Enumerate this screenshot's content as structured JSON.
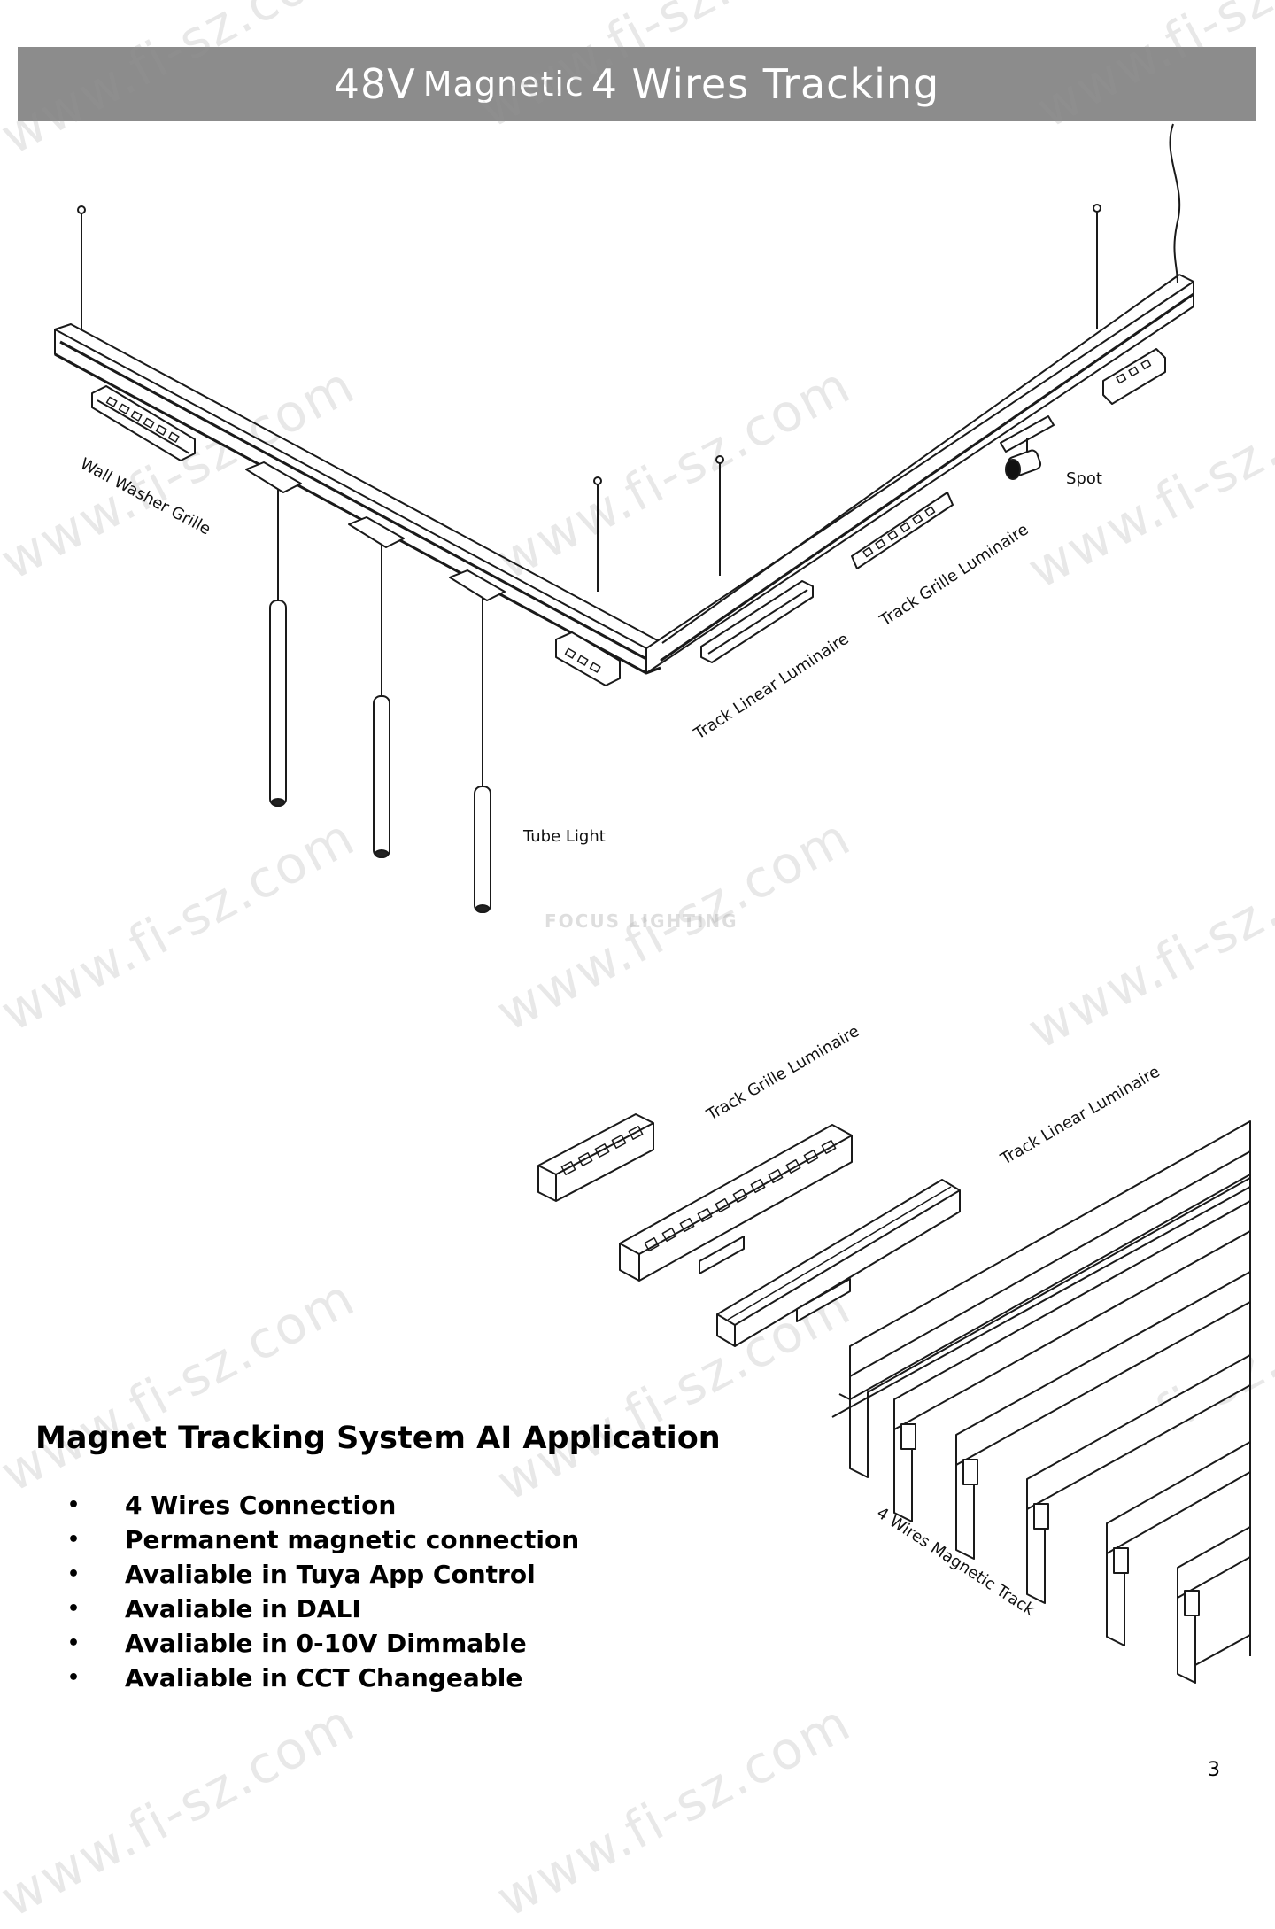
{
  "header": {
    "title_part1": "48V",
    "title_part2": "Magnetic",
    "title_part3": "4 Wires Tracking",
    "background": "#8c8c8c",
    "text_color": "#ffffff"
  },
  "watermark": {
    "text": "www.fi-sz.com",
    "brand": "FOCUS LIGHTING"
  },
  "labels": {
    "wall_washer_grille": "Wall Washer Grille",
    "spot": "Spot",
    "track_grille_luminaire": "Track Grille Luminaire",
    "track_linear_luminaire": "Track Linear Luminaire",
    "tube_light": "Tube Light",
    "track_grille_luminaire_2": "Track Grille Luminaire",
    "track_linear_luminaire_2": "Track Linear Luminaire",
    "magnetic_track": "4 Wires Magnetic Track"
  },
  "section": {
    "heading": "Magnet Tracking System AI Application",
    "bullet_symbol": "•",
    "features": [
      "4 Wires Connection",
      "Permanent magnetic connection",
      "Avaliable in Tuya App Control",
      "Avaliable in DALI",
      "Avaliable in 0-10V Dimmable",
      "Avaliable in CCT Changeable"
    ]
  },
  "page_number": "3"
}
